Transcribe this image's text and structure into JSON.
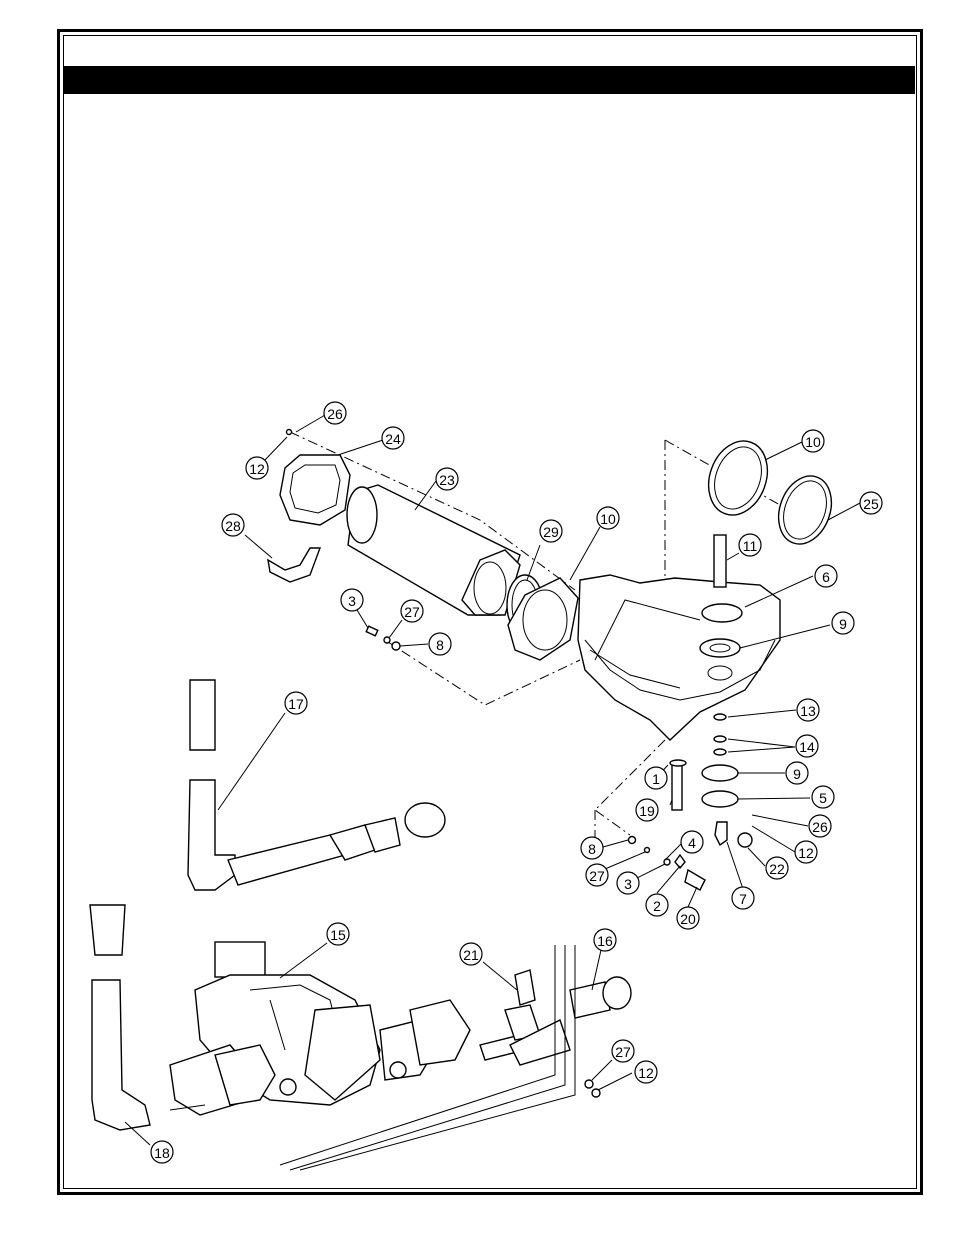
{
  "header": {
    "title": ""
  },
  "callouts": [
    {
      "id": "c26a",
      "label": "26"
    },
    {
      "id": "c12a",
      "label": "12"
    },
    {
      "id": "c24",
      "label": "24"
    },
    {
      "id": "c23",
      "label": "23"
    },
    {
      "id": "c28",
      "label": "28"
    },
    {
      "id": "c29",
      "label": "29"
    },
    {
      "id": "c10a",
      "label": "10"
    },
    {
      "id": "c3a",
      "label": "3"
    },
    {
      "id": "c27a",
      "label": "27"
    },
    {
      "id": "c8a",
      "label": "8"
    },
    {
      "id": "c10b",
      "label": "10"
    },
    {
      "id": "c25",
      "label": "25"
    },
    {
      "id": "c11",
      "label": "11"
    },
    {
      "id": "c6",
      "label": "6"
    },
    {
      "id": "c9a",
      "label": "9"
    },
    {
      "id": "c13",
      "label": "13"
    },
    {
      "id": "c14",
      "label": "14"
    },
    {
      "id": "c9b",
      "label": "9"
    },
    {
      "id": "c1",
      "label": "1"
    },
    {
      "id": "c5",
      "label": "5"
    },
    {
      "id": "c19",
      "label": "19"
    },
    {
      "id": "c26b",
      "label": "26"
    },
    {
      "id": "c12b",
      "label": "12"
    },
    {
      "id": "c4",
      "label": "4"
    },
    {
      "id": "c8b",
      "label": "8"
    },
    {
      "id": "c22",
      "label": "22"
    },
    {
      "id": "c27b",
      "label": "27"
    },
    {
      "id": "c3b",
      "label": "3"
    },
    {
      "id": "c7",
      "label": "7"
    },
    {
      "id": "c2",
      "label": "2"
    },
    {
      "id": "c20",
      "label": "20"
    },
    {
      "id": "c17",
      "label": "17"
    },
    {
      "id": "c15",
      "label": "15"
    },
    {
      "id": "c21",
      "label": "21"
    },
    {
      "id": "c16",
      "label": "16"
    },
    {
      "id": "c27c",
      "label": "27"
    },
    {
      "id": "c12c",
      "label": "12"
    },
    {
      "id": "c18",
      "label": "18"
    }
  ]
}
